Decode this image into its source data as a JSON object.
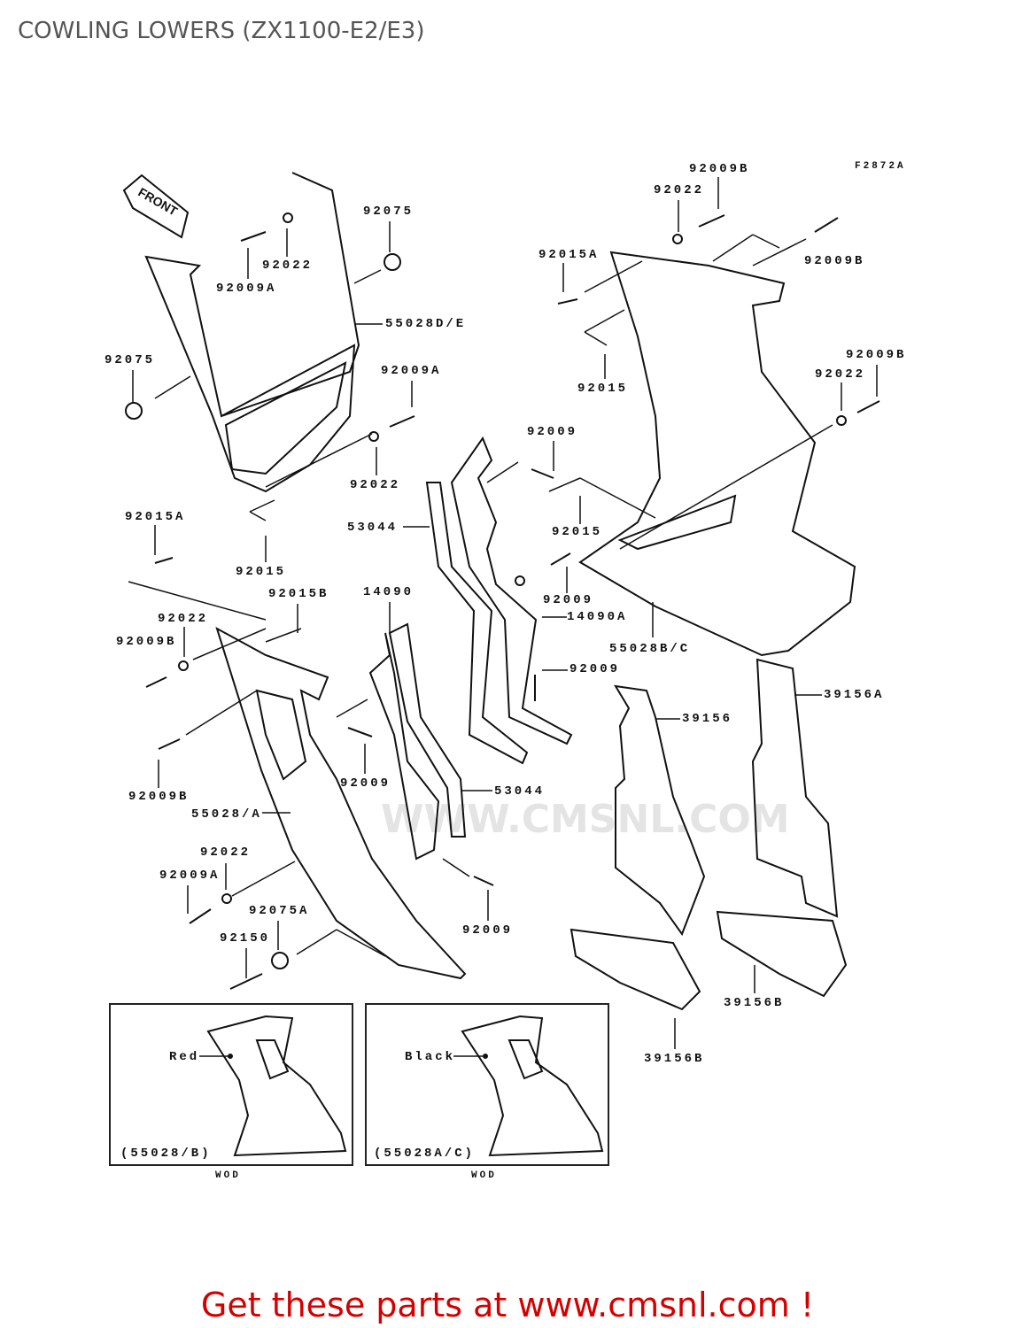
{
  "title": "COWLING LOWERS (ZX1100-E2/E3)",
  "figure_code": "F2872A",
  "front_arrow": "FRONT",
  "watermark": "WWW.CMSNL.COM",
  "labels": [
    {
      "id": "92009B",
      "t": "92009B"
    },
    {
      "id": "92022",
      "t": "92022"
    },
    {
      "id": "92009B",
      "t": "92009B"
    },
    {
      "id": "92015A",
      "t": "92015A"
    },
    {
      "id": "92015",
      "t": "92015"
    },
    {
      "id": "92009B",
      "t": "92009B"
    },
    {
      "id": "92022",
      "t": "92022"
    },
    {
      "id": "92009",
      "t": "92009"
    },
    {
      "id": "92015",
      "t": "92015"
    },
    {
      "id": "92009",
      "t": "92009"
    },
    {
      "id": "14090A",
      "t": "14090A"
    },
    {
      "id": "55028B/C",
      "t": "55028B/C"
    },
    {
      "id": "92009",
      "t": "92009"
    },
    {
      "id": "39156A",
      "t": "39156A"
    },
    {
      "id": "39156",
      "t": "39156"
    },
    {
      "id": "53044",
      "t": "53044"
    },
    {
      "id": "39156B",
      "t": "39156B"
    },
    {
      "id": "39156B",
      "t": "39156B"
    },
    {
      "id": "92075",
      "t": "92075"
    },
    {
      "id": "92022",
      "t": "92022"
    },
    {
      "id": "92009A",
      "t": "92009A"
    },
    {
      "id": "55028D/E",
      "t": "55028D/E"
    },
    {
      "id": "92075",
      "t": "92075"
    },
    {
      "id": "92009A",
      "t": "92009A"
    },
    {
      "id": "92022",
      "t": "92022"
    },
    {
      "id": "53044",
      "t": "53044"
    },
    {
      "id": "92015A",
      "t": "92015A"
    },
    {
      "id": "92015",
      "t": "92015"
    },
    {
      "id": "92015B",
      "t": "92015B"
    },
    {
      "id": "14090",
      "t": "14090"
    },
    {
      "id": "92022",
      "t": "92022"
    },
    {
      "id": "92009B",
      "t": "92009B"
    },
    {
      "id": "92009",
      "t": "92009"
    },
    {
      "id": "92009B",
      "t": "92009B"
    },
    {
      "id": "55028/A",
      "t": "55028/A"
    },
    {
      "id": "92022",
      "t": "92022"
    },
    {
      "id": "92009A",
      "t": "92009A"
    },
    {
      "id": "92075A",
      "t": "92075A"
    },
    {
      "id": "92150",
      "t": "92150"
    },
    {
      "id": "92009",
      "t": "92009"
    }
  ],
  "insets": [
    {
      "color": "Red",
      "part": "(55028/B)",
      "note": "WOD"
    },
    {
      "color": "Black",
      "part": "(55028A/C)",
      "note": "WOD"
    }
  ],
  "footer": "Get these parts at www.cmsnl.com !"
}
